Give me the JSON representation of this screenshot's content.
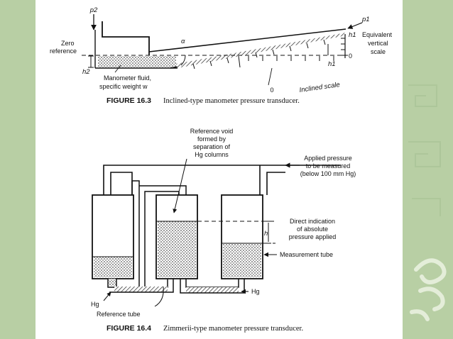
{
  "fig1": {
    "p2": "p2",
    "p1": "p1",
    "zero_reference": [
      "Zero",
      "reference"
    ],
    "h2": "h2",
    "alpha": "α",
    "h1_top": "h1",
    "h1_bottom": "h1",
    "equivalent_vertical_scale": [
      "Equivalent",
      "vertical",
      "scale"
    ],
    "zero_right": "0",
    "zero_bottom": "0",
    "manometer_fluid": [
      "Manometer fluid,",
      "specific weight w"
    ],
    "inclined_scale": "Inclined scale",
    "caption_number": "FIGURE 16.3",
    "caption_text": "Inclined-type manometer pressure transducer."
  },
  "fig2": {
    "reference_void": [
      "Reference void",
      "formed by",
      "separation of",
      "Hg columns"
    ],
    "applied_pressure": [
      "Applied pressure",
      "to be measured",
      "(below 100 mm Hg)"
    ],
    "direct_indication": [
      "Direct indication",
      "of absolute",
      "pressure applied"
    ],
    "h": "h",
    "measurement_tube": "Measurement tube",
    "hg_left": "Hg",
    "hg_right": "Hg",
    "reference_tube": "Reference tube",
    "caption_number": "FIGURE 16.4",
    "caption_text": "Zimmerii-type manometer pressure transducer."
  },
  "colors": {
    "slide_green": "#b8cfa4",
    "page": "#ffffff",
    "ink": "#111111",
    "fluid_stipple": "#8a8a8a"
  },
  "icons": [
    "pressure-arrow-icon",
    "decorative-scroll-icon"
  ]
}
